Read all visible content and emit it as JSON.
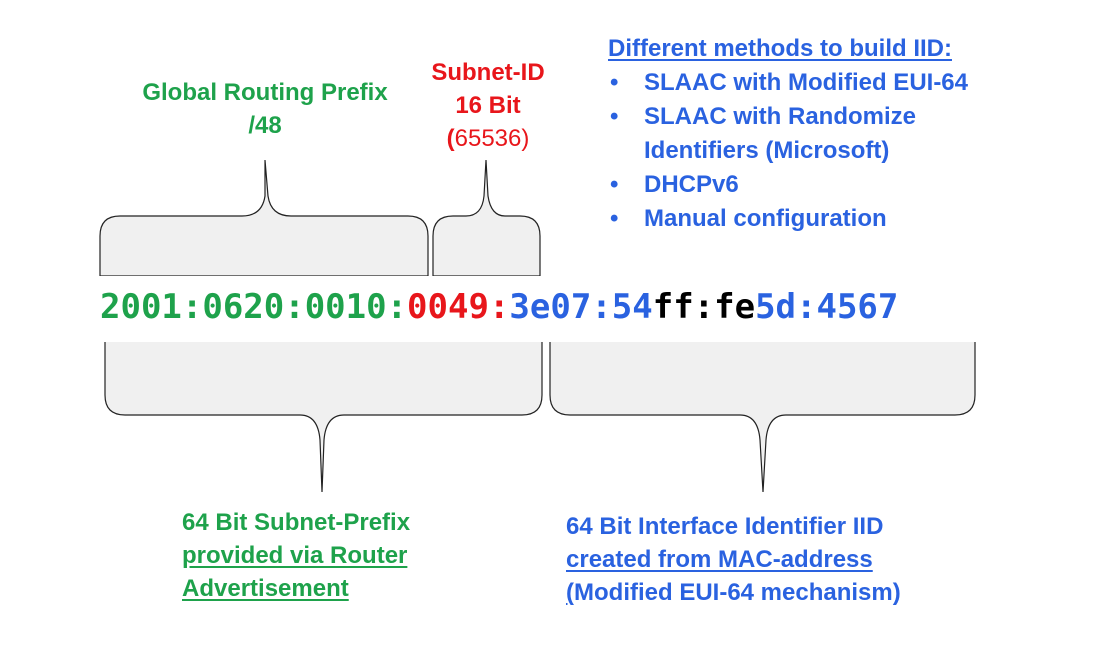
{
  "global_routing_prefix": {
    "line1": "Global Routing Prefix",
    "line2": "/48"
  },
  "subnet_id": {
    "line1": "Subnet-ID",
    "line2": "16 Bit",
    "open_paren": "(",
    "count": "65536",
    "close_paren": ")"
  },
  "iid_methods": {
    "heading": "Different methods to build IID:",
    "bullet_char": "•",
    "items": [
      {
        "line1": "SLAAC with Modified EUI-64"
      },
      {
        "line1": "SLAAC with Randomize",
        "line2": "Identifiers (Microsoft)"
      },
      {
        "line1": "DHCPv6"
      },
      {
        "line1": "Manual configuration"
      }
    ]
  },
  "address": {
    "routing_prefix": "2001:0620:0010:",
    "subnet_digits": "0049",
    "subnet_colon": ":",
    "iid_part1": "3e07:54",
    "iid_filler": "ff:fe",
    "iid_part2": "5d:4567"
  },
  "subnet_prefix_note": {
    "line1": "64 Bit Subnet-Prefix",
    "line2": "provided via Router",
    "line3": "Advertisement"
  },
  "iid_note": {
    "line1": "64 Bit Interface Identifier IID",
    "line2": "created from MAC-address",
    "line3_paren": "(",
    "line3_rest": "Modified EUI-64 mechanism)"
  },
  "colors": {
    "green": "#1ea24b",
    "red": "#e8161b",
    "blue": "#2a62e0",
    "black": "#000000",
    "brace": "#f0f0f0",
    "brace_stroke": "#222222"
  }
}
